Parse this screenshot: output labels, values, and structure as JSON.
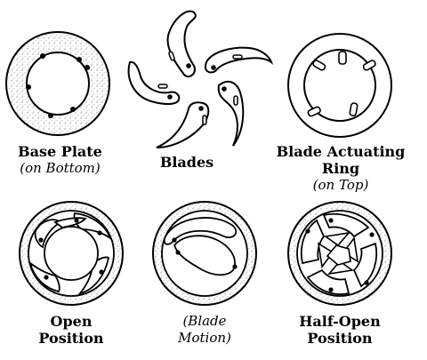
{
  "captions": {
    "base_plate": {
      "title": "Base Plate",
      "subtitle": "(on Bottom)"
    },
    "blades": {
      "title": "Blades"
    },
    "actuating_ring": {
      "title": "Blade Actuating Ring",
      "subtitle": "(on Top)"
    },
    "open_position": {
      "line1": "Open",
      "line2": "Position"
    },
    "blade_motion": {
      "line1": "(Blade",
      "line2": "Motion)"
    },
    "half_open": {
      "line1": "Half-Open",
      "line2": "Position"
    }
  },
  "colors": {
    "ink": "#000000",
    "paper": "#ffffff",
    "stipple": "#8a8a8a"
  }
}
